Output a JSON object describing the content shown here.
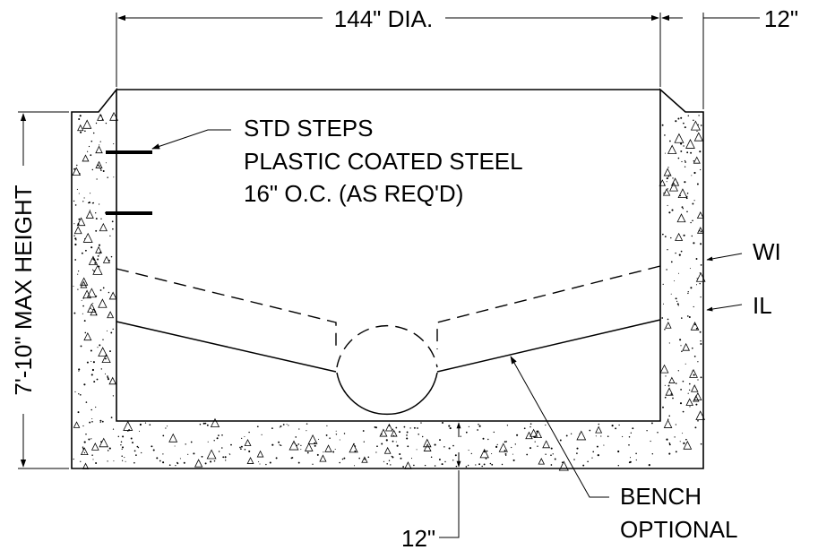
{
  "labels": {
    "diameter": "144\" DIA.",
    "wall_thickness_top": "12\"",
    "max_height": "7'-10\" MAX HEIGHT",
    "steps_line1": "STD STEPS",
    "steps_line2": "PLASTIC COATED STEEL",
    "steps_line3": "16\" O.C. (AS REQ'D)",
    "wi": "WI",
    "il": "IL",
    "base_thickness": "12\"",
    "bench_line1": "BENCH",
    "bench_line2": "OPTIONAL"
  }
}
